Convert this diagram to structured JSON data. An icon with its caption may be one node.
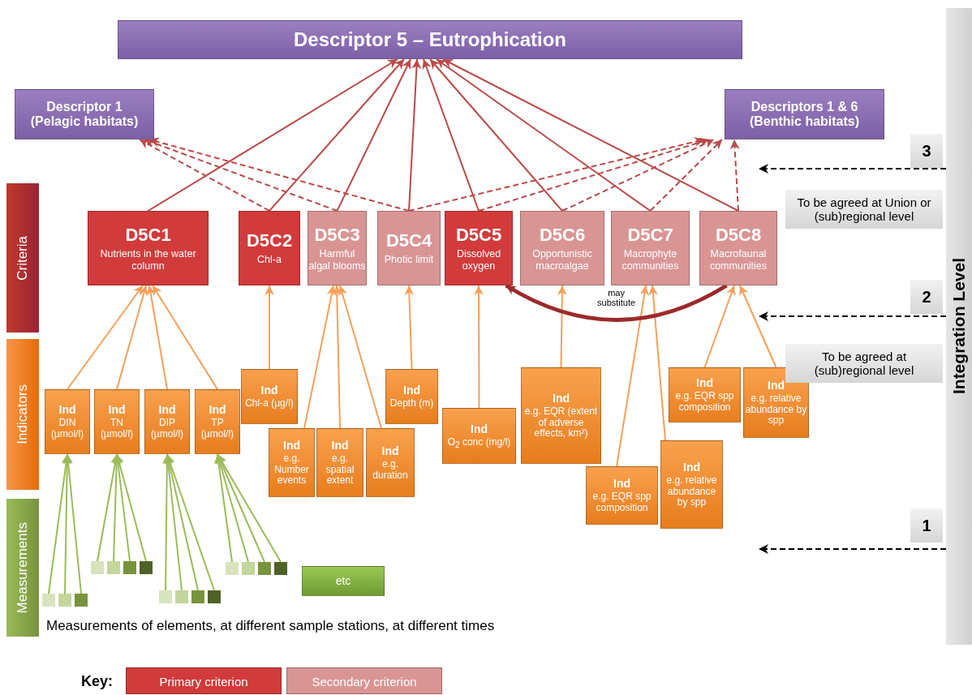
{
  "diagram": {
    "nodes": [
      {
        "text": [
          "Descriptor 5 – Eutrophication"
        ]
      },
      {
        "text": [
          "Descriptor 1",
          "(Pelagic habitats)"
        ]
      },
      {
        "text": [
          "Descriptors 1 & 6",
          "(Benthic habitats)"
        ]
      },
      {
        "text": [
          "D5C1",
          "Nutrients in the water column"
        ]
      },
      {
        "text": [
          "D5C2",
          "Chl-a"
        ]
      },
      {
        "text": [
          "D5C3",
          "Harmful algal blooms"
        ]
      },
      {
        "text": [
          "D5C4",
          "Photic limit"
        ]
      },
      {
        "text": [
          "D5C5",
          "Dissolved oxygen"
        ]
      },
      {
        "text": [
          "D5C6",
          "Opportunistic macroalgae"
        ]
      },
      {
        "text": [
          "D5C7",
          "Macrophyte communities"
        ]
      },
      {
        "text": [
          "D5C8",
          "Macrofaunal communities"
        ]
      },
      {
        "text": [
          "Ind",
          "DIN (µmol/l)"
        ]
      },
      {
        "text": [
          "Ind",
          "TN (µmol/l)"
        ]
      },
      {
        "text": [
          "Ind",
          "DIP (µmol/l)"
        ]
      },
      {
        "text": [
          "Ind",
          "TP (µmol/l)"
        ]
      },
      {
        "text": [
          "Ind",
          "Chl-a (µg/l)"
        ]
      },
      {
        "text": [
          "Ind",
          "e.g. Number events"
        ]
      },
      {
        "text": [
          "Ind",
          "e.g. spatial extent"
        ]
      },
      {
        "text": [
          "Ind",
          "e.g. duration"
        ]
      },
      {
        "text": [
          "Ind",
          "Depth (m)"
        ]
      },
      {
        "text": [
          "Ind",
          "O$_{2}$ conc (mg/l)"
        ]
      },
      {
        "text": [
          "Ind",
          "e.g. EQR (extent of adverse effects, km²)"
        ]
      },
      {
        "text": [
          "Ind",
          "e.g. EQR spp composition"
        ]
      },
      {
        "text": [
          "Ind",
          "e.g. relative abundance by spp"
        ]
      },
      {
        "text": [
          "Ind",
          "e.g. EQR spp composition"
        ]
      },
      {
        "text": [
          "Ind",
          "e.g. relative abundance by spp"
        ]
      },
      {
        "text": [],
        "shape": "box"
      },
      {
        "text": [],
        "shape": "box"
      },
      {
        "text": [],
        "shape": "box"
      },
      {
        "text": [],
        "shape": "box"
      },
      {
        "text": [],
        "shape": "box"
      },
      {
        "text": [],
        "shape": "box"
      },
      {
        "text": [],
        "shape": "box"
      },
      {
        "text": [],
        "shape": "box"
      },
      {
        "text": [],
        "shape": "box"
      },
      {
        "text": [],
        "shape": "box"
      },
      {
        "text": [],
        "shape": "box"
      },
      {
        "text": [],
        "shape": "box"
      },
      {
        "text": [],
        "shape": "box"
      },
      {
        "text": [],
        "shape": "box"
      },
      {
        "text": [],
        "shape": "box"
      },
      {
        "text": [
          "etc"
        ]
      },
      {
        "text": [
          "Criteria"
        ]
      },
      {
        "text": [
          "Indicators"
        ]
      },
      {
        "text": [
          "Measurements"
        ]
      },
      {
        "text": [
          "Integration Level"
        ]
      },
      {
        "text": [
          "3"
        ]
      },
      {
        "text": [
          "To be agreed at Union or (sub)regional level"
        ]
      },
      {
        "text": [
          "2"
        ]
      },
      {
        "text": [
          "To be agreed at (sub)regional level"
        ]
      },
      {
        "text": [
          "1"
        ]
      }
    ],
    "edges": [
      {
        "from": 3,
        "to": 0,
        "arrow": "to",
        "color": "#b94a48"
      },
      {
        "from": 4,
        "to": 0,
        "arrow": "to",
        "color": "#b94a48"
      },
      {
        "from": 5,
        "to": 0,
        "arrow": "to",
        "color": "#b94a48"
      },
      {
        "from": 6,
        "to": 0,
        "arrow": "to",
        "color": "#b94a48"
      },
      {
        "from": 7,
        "to": 0,
        "arrow": "to",
        "color": "#b94a48"
      },
      {
        "from": 8,
        "to": 0,
        "arrow": "to",
        "color": "#b94a48"
      },
      {
        "from": 9,
        "to": 0,
        "arrow": "to",
        "color": "#b94a48"
      },
      {
        "from": 10,
        "to": 0,
        "arrow": "to",
        "color": "#b94a48"
      },
      {
        "from": 4,
        "to": 1,
        "arrow": "to",
        "style": "dashed",
        "color": "#b94a48"
      },
      {
        "from": 5,
        "to": 1,
        "arrow": "to",
        "style": "dashed",
        "color": "#b94a48"
      },
      {
        "from": 6,
        "to": 1,
        "arrow": "to",
        "style": "dashed",
        "color": "#b94a48"
      },
      {
        "from": 6,
        "to": 2,
        "arrow": "to",
        "style": "dashed",
        "color": "#b94a48"
      },
      {
        "from": 7,
        "to": 2,
        "arrow": "to",
        "style": "dashed",
        "color": "#b94a48"
      },
      {
        "from": 8,
        "to": 2,
        "arrow": "to",
        "style": "dashed",
        "color": "#b94a48"
      },
      {
        "from": 9,
        "to": 2,
        "arrow": "to",
        "style": "dashed",
        "color": "#b94a48"
      },
      {
        "from": 10,
        "to": 2,
        "arrow": "to",
        "style": "dashed",
        "color": "#b94a48"
      },
      {
        "from": 11,
        "to": 3,
        "arrow": "to",
        "color": "#f5a05a"
      },
      {
        "from": 12,
        "to": 3,
        "arrow": "to",
        "color": "#f5a05a"
      },
      {
        "from": 13,
        "to": 3,
        "arrow": "to",
        "color": "#f5a05a"
      },
      {
        "from": 14,
        "to": 3,
        "arrow": "to",
        "color": "#f5a05a"
      },
      {
        "from": 15,
        "to": 4,
        "arrow": "to",
        "color": "#f5a05a"
      },
      {
        "from": 16,
        "to": 5,
        "arrow": "to",
        "color": "#f5a05a"
      },
      {
        "from": 17,
        "to": 5,
        "arrow": "to",
        "color": "#f5a05a"
      },
      {
        "from": 18,
        "to": 5,
        "arrow": "to",
        "color": "#f5a05a"
      },
      {
        "from": 19,
        "to": 6,
        "arrow": "to",
        "color": "#f5a05a"
      },
      {
        "from": 20,
        "to": 7,
        "arrow": "to",
        "color": "#f5a05a"
      },
      {
        "from": 21,
        "to": 8,
        "arrow": "to",
        "color": "#f5a05a"
      },
      {
        "from": 22,
        "to": 9,
        "arrow": "to",
        "color": "#f5a05a"
      },
      {
        "from": 23,
        "to": 9,
        "arrow": "to",
        "color": "#f5a05a"
      },
      {
        "from": 24,
        "to": 10,
        "arrow": "to",
        "color": "#f5a05a"
      },
      {
        "from": 25,
        "to": 10,
        "arrow": "to",
        "color": "#f5a05a"
      },
      {
        "from": 26,
        "to": 11,
        "arrow": "to",
        "color": "#9bbb59"
      },
      {
        "from": 27,
        "to": 11,
        "arrow": "to",
        "color": "#9bbb59"
      },
      {
        "from": 28,
        "to": 11,
        "arrow": "to",
        "color": "#9bbb59"
      },
      {
        "from": 29,
        "to": 12,
        "arrow": "to",
        "color": "#9bbb59"
      },
      {
        "from": 30,
        "to": 12,
        "arrow": "to",
        "color": "#9bbb59"
      },
      {
        "from": 31,
        "to": 12,
        "arrow": "to",
        "color": "#9bbb59"
      },
      {
        "from": 32,
        "to": 12,
        "arrow": "to",
        "color": "#9bbb59"
      },
      {
        "from": 33,
        "to": 13,
        "arrow": "to",
        "color": "#9bbb59"
      },
      {
        "from": 34,
        "to": 13,
        "arrow": "to",
        "color": "#9bbb59"
      },
      {
        "from": 35,
        "to": 13,
        "arrow": "to",
        "color": "#9bbb59"
      },
      {
        "from": 36,
        "to": 13,
        "arrow": "to",
        "color": "#9bbb59"
      },
      {
        "from": 37,
        "to": 14,
        "arrow": "to",
        "color": "#9bbb59"
      },
      {
        "from": 38,
        "to": 14,
        "arrow": "to",
        "color": "#9bbb59"
      },
      {
        "from": 39,
        "to": 14,
        "arrow": "to",
        "color": "#9bbb59"
      },
      {
        "from": 40,
        "to": 14,
        "arrow": "to",
        "color": "#9bbb59"
      },
      {
        "from": 10,
        "to": 7,
        "arrow": "to",
        "label": "may substitute",
        "style": "thick",
        "color": "#9c2a2a"
      },
      {
        "from": 45,
        "to": null,
        "arrow": "to",
        "style": "dashed",
        "color": "#000000"
      },
      {
        "from": 45,
        "to": null,
        "arrow": "to",
        "style": "dashed",
        "color": "#000000"
      },
      {
        "from": 45,
        "to": null,
        "arrow": "to",
        "style": "dashed",
        "color": "#000000"
      }
    ],
    "labels": [
      "Measurements of elements, at different sample stations, at different times",
      "Key:"
    ],
    "legend": [
      {
        "text": "Primary criterion",
        "color": "#d13b3b"
      },
      {
        "text": "Secondary criterion",
        "color": "#d99594"
      }
    ]
  }
}
